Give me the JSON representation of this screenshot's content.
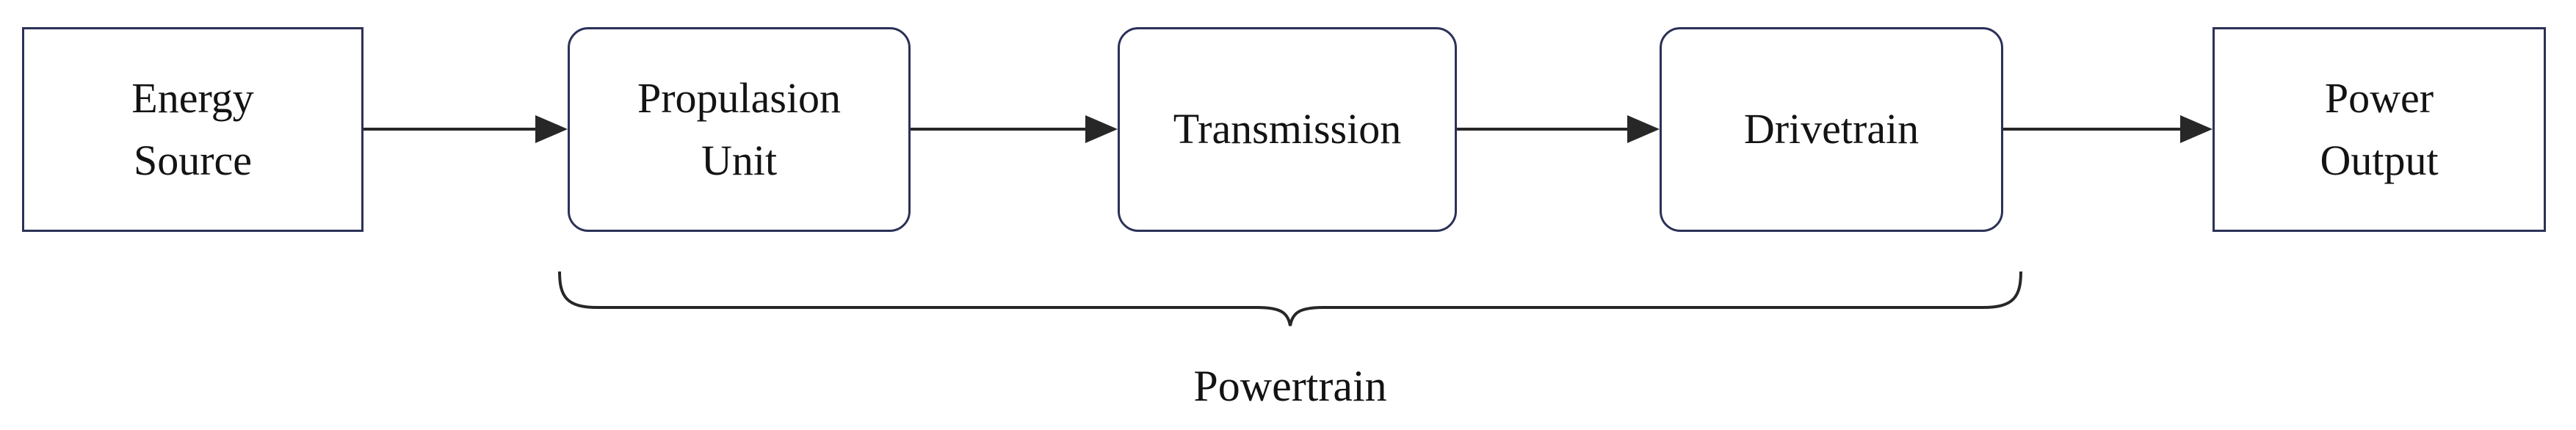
{
  "diagram": {
    "nodes": [
      {
        "label": "Energy\nSource",
        "shape": "rect"
      },
      {
        "label": "Propulasion\nUnit",
        "shape": "rounded"
      },
      {
        "label": "Transmission",
        "shape": "rounded"
      },
      {
        "label": "Drivetrain",
        "shape": "rounded"
      },
      {
        "label": "Power\nOutput",
        "shape": "rect"
      }
    ],
    "flow_arrows": [
      {
        "from": "Energy Source",
        "to": "Propulasion Unit"
      },
      {
        "from": "Propulasion Unit",
        "to": "Transmission"
      },
      {
        "from": "Transmission",
        "to": "Drivetrain"
      },
      {
        "from": "Drivetrain",
        "to": "Power Output"
      }
    ],
    "group": {
      "label": "Powertrain",
      "members": [
        "Propulasion Unit",
        "Transmission",
        "Drivetrain"
      ]
    },
    "colors": {
      "box_border": "#2b3157",
      "connector": "#272727",
      "text": "#131313",
      "background": "#ffffff"
    }
  }
}
